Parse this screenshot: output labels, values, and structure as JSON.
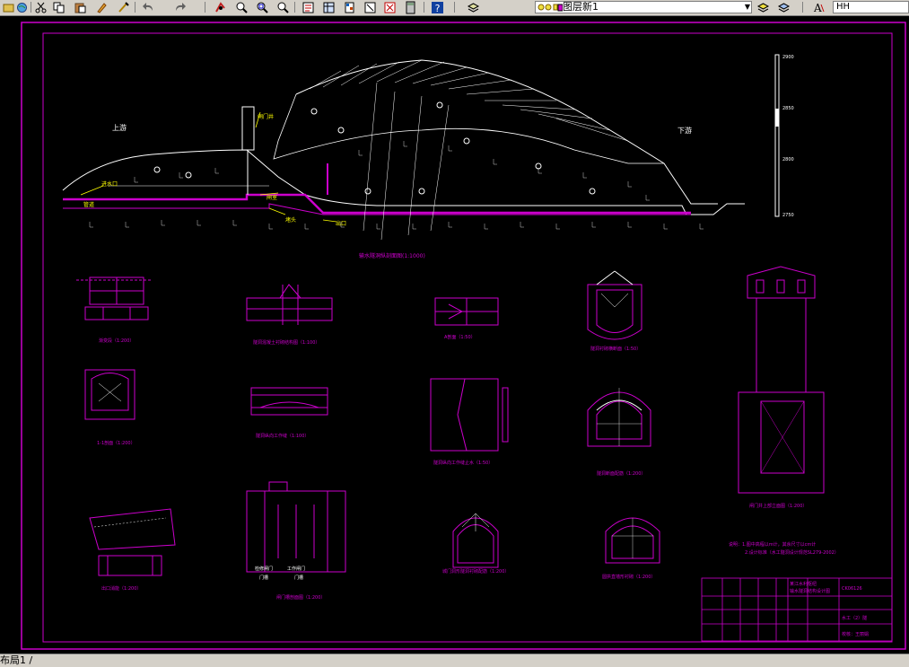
{
  "toolbar": {
    "layer_name": "图层新1",
    "text_style": "HH"
  },
  "statusbar": {
    "layout_tab": "布局1 /"
  },
  "drawing": {
    "upstream": "上游",
    "downstream": "下游",
    "labels": {
      "main_profile": "输水隧洞纵剖面图(1:1000)",
      "left_top": "上游",
      "shaft": "闸门井",
      "plug": "堵头",
      "intake": "进水口",
      "outlet": "出口",
      "pipe": "管道",
      "gate_chamber": "闸室",
      "section_1": "渐变段（1:200）",
      "section_2": "隧洞混凝土衬砌结构图（1:100）",
      "section_3": "A剖面（1:50）",
      "section_4": "隧洞衬砌横断面（1:50）",
      "section_5": "1-1剖面（1:200）",
      "section_6": "隧洞纵向工作缝（1:100）",
      "section_7": "隧洞纵向工作缝止水（1:50）",
      "section_8": "隧洞断面配筋（1:200）",
      "section_9": "闸门井上部立面图（1:200）",
      "section_10": "出口消能（1:200）",
      "section_11": "闸门槽剖面图（1:200）",
      "section_12": "城门洞形隧洞衬砌配筋（1:200）",
      "section_13": "圆拱直墙形衬砌（1:200）",
      "gate_a": "检修闸门",
      "gate_b": "工作闸门",
      "gate_c": "门槽",
      "gate_d": "门槽",
      "note_1": "说明：1.图中高程以m计，其余尺寸以cm计",
      "note_2": "2.设计标准（水工隧洞设计规范SL279-2002）"
    },
    "scale_labels": [
      "2900",
      "2850",
      "2800",
      "2750"
    ],
    "title_block": {
      "project": "某江水利枢纽",
      "drawing": "输水隧洞结构设计图",
      "drawing_no": "水工（2）隧",
      "designer": "校核：王丽娟",
      "cell": "CK06126"
    }
  }
}
